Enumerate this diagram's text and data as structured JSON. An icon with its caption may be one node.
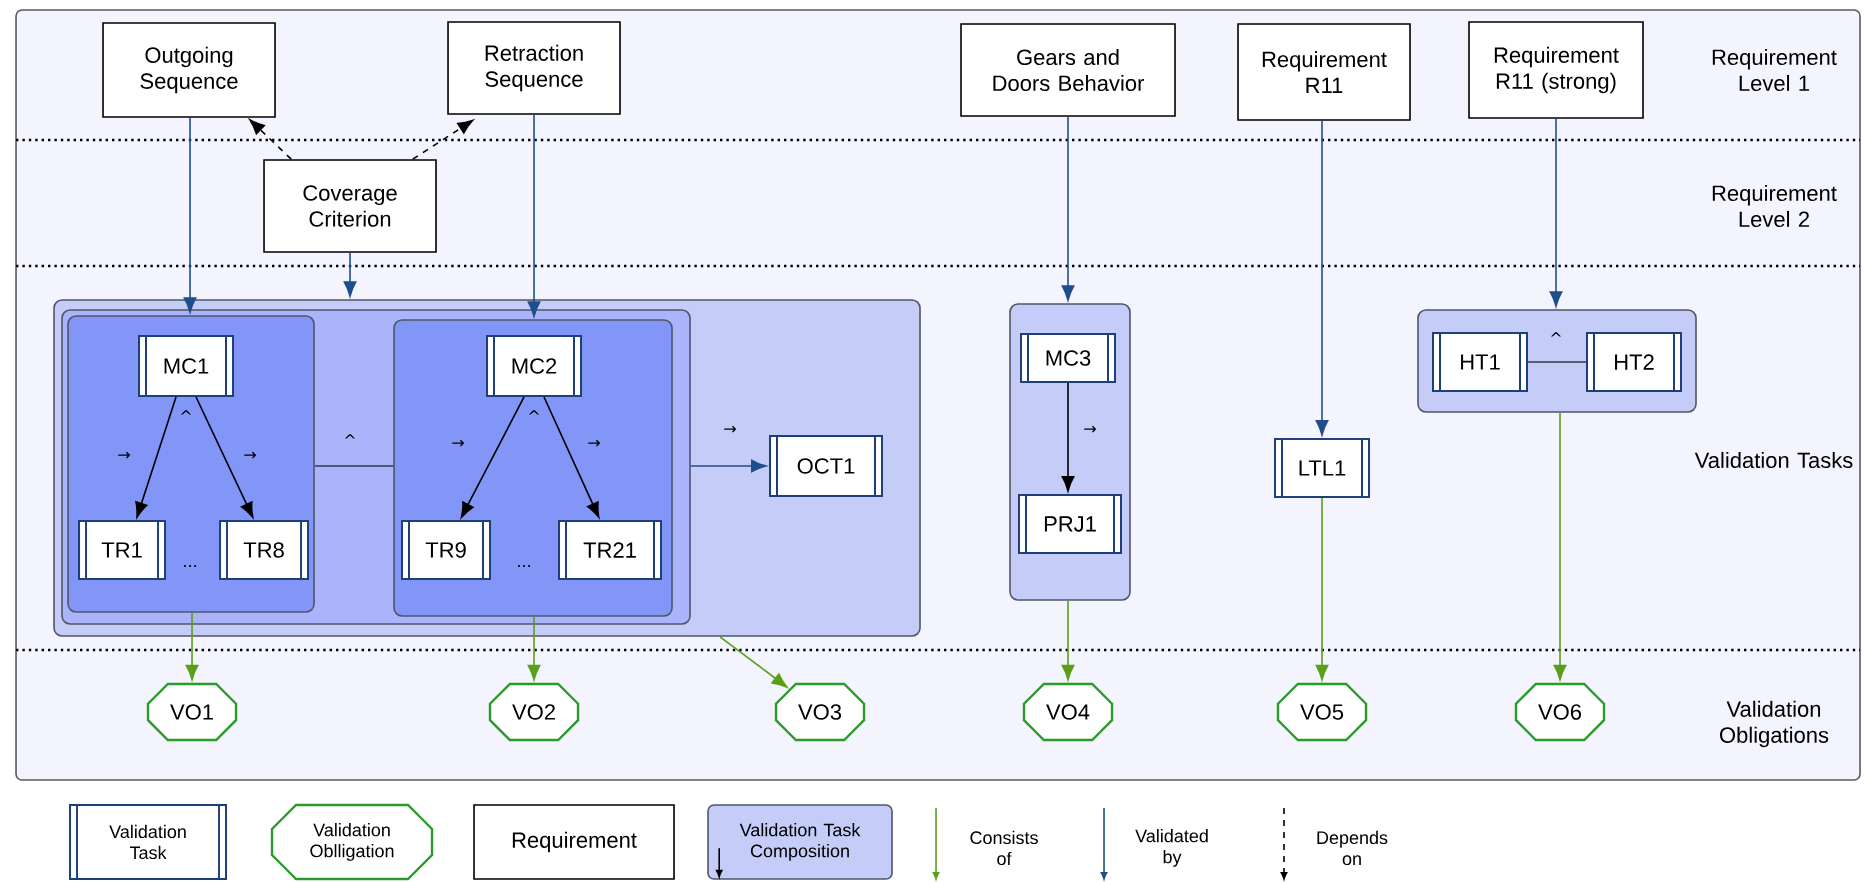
{
  "diagram": {
    "nodes": [
      {
        "text": [
          "Outgoing Sequence"
        ]
      },
      {
        "text": [
          "Retraction Sequence"
        ]
      },
      {
        "text": [
          "Coverage Criterion"
        ]
      },
      {
        "text": [
          "Gears and Doors Behavior"
        ]
      },
      {
        "text": [
          "Requirement R11"
        ]
      },
      {
        "text": [
          "Requirement R11 (strong)"
        ]
      },
      {
        "text": [],
        "shape": "box"
      },
      {
        "text": [],
        "shape": "box",
        "in": 6
      },
      {
        "text": [],
        "shape": "box",
        "in": 7
      },
      {
        "text": [
          "MC1"
        ],
        "in": 8
      },
      {
        "text": [
          "TR1"
        ],
        "in": 8
      },
      {
        "text": [
          "TR8"
        ],
        "in": 8
      },
      {
        "text": [],
        "shape": "box",
        "in": 7
      },
      {
        "text": [
          "MC2"
        ],
        "in": 12
      },
      {
        "text": [
          "TR9"
        ],
        "in": 12
      },
      {
        "text": [
          "TR21"
        ],
        "in": 12
      },
      {
        "text": [
          "OCT1"
        ],
        "in": 6
      },
      {
        "text": [],
        "shape": "box"
      },
      {
        "text": [
          "MC3"
        ],
        "in": 17
      },
      {
        "text": [
          "PRJ1"
        ],
        "in": 17
      },
      {
        "text": [
          "LTL1"
        ]
      },
      {
        "text": [],
        "shape": "box"
      },
      {
        "text": [
          "HT1"
        ],
        "in": 21
      },
      {
        "text": [
          "HT2"
        ],
        "in": 21
      },
      {
        "text": [
          "VO1"
        ]
      },
      {
        "text": [
          "VO2"
        ]
      },
      {
        "text": [
          "VO3"
        ]
      },
      {
        "text": [
          "VO4"
        ]
      },
      {
        "text": [
          "VO5"
        ]
      },
      {
        "text": [
          "VO6"
        ]
      }
    ],
    "edges": [
      {
        "from": 0,
        "to": 8,
        "arrow": "to"
      },
      {
        "from": 1,
        "to": 12,
        "arrow": "to"
      },
      {
        "from": 2,
        "to": 0,
        "arrow": "to",
        "style": "dashed",
        "color": "#000000"
      },
      {
        "from": 2,
        "to": 1,
        "arrow": "to",
        "style": "dashed",
        "color": "#000000"
      },
      {
        "from": 2,
        "to": 6,
        "arrow": "to"
      },
      {
        "from": 3,
        "to": 17,
        "arrow": "to"
      },
      {
        "from": 4,
        "to": 20,
        "arrow": "to"
      },
      {
        "from": 5,
        "to": 21,
        "arrow": "to"
      },
      {
        "from": 9,
        "to": 10,
        "arrow": "to",
        "color": "#000000"
      },
      {
        "from": 9,
        "to": 11,
        "arrow": "to",
        "color": "#000000"
      },
      {
        "from": 8,
        "to": 12,
        "arrow": "none",
        "color": "#333a4a"
      },
      {
        "from": 13,
        "to": 14,
        "arrow": "to",
        "color": "#000000"
      },
      {
        "from": 13,
        "to": 15,
        "arrow": "to",
        "color": "#000000"
      },
      {
        "from": 7,
        "to": 16,
        "arrow": "to"
      },
      {
        "from": 18,
        "to": 19,
        "arrow": "to",
        "color": "#000000"
      },
      {
        "from": 22,
        "to": 23,
        "arrow": "none",
        "color": "#333a4a"
      },
      {
        "from": 8,
        "to": 24,
        "arrow": "to",
        "color": "#5a9e1a"
      },
      {
        "from": 12,
        "to": 25,
        "arrow": "to",
        "color": "#5a9e1a"
      },
      {
        "from": 6,
        "to": 26,
        "arrow": "to",
        "color": "#5a9e1a"
      },
      {
        "from": 17,
        "to": 27,
        "arrow": "to",
        "color": "#5a9e1a"
      },
      {
        "from": 20,
        "to": 28,
        "arrow": "to",
        "color": "#5a9e1a"
      },
      {
        "from": 21,
        "to": 29,
        "arrow": "to",
        "color": "#5a9e1a"
      }
    ],
    "labels": [
      "Requirement Level 1",
      "Requirement Level 2",
      "^",
      "^",
      "^",
      "^",
      "→",
      "→",
      "→",
      "→",
      "→",
      "→",
      "Validation Tasks",
      "...",
      "...",
      "Validation Obligations"
    ],
    "legend": [
      {
        "text": "Validation Task"
      },
      {
        "text": "Validation Oblligation"
      },
      {
        "text": "Requirement"
      },
      {
        "text": "Validation Task Composition"
      },
      {
        "text": "Consists of"
      },
      {
        "text": "Validated by"
      },
      {
        "text": "Depends on"
      }
    ]
  }
}
